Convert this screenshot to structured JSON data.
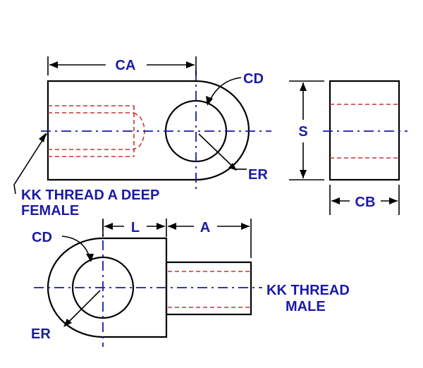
{
  "labels": {
    "ca": "CA",
    "cd_top": "CD",
    "er_top": "ER",
    "s": "S",
    "cb": "CB",
    "female_line1": "KK THREAD A DEEP",
    "female_line2": "FEMALE",
    "cd_bottom": "CD",
    "l": "L",
    "a": "A",
    "er_bottom": "ER",
    "male_line1": "KK THREAD",
    "male_line2": "MALE"
  },
  "colors": {
    "label": "#1a1aa6",
    "centerline": "#1a1aa6",
    "hidden": "#c83232",
    "object": "#000000"
  }
}
